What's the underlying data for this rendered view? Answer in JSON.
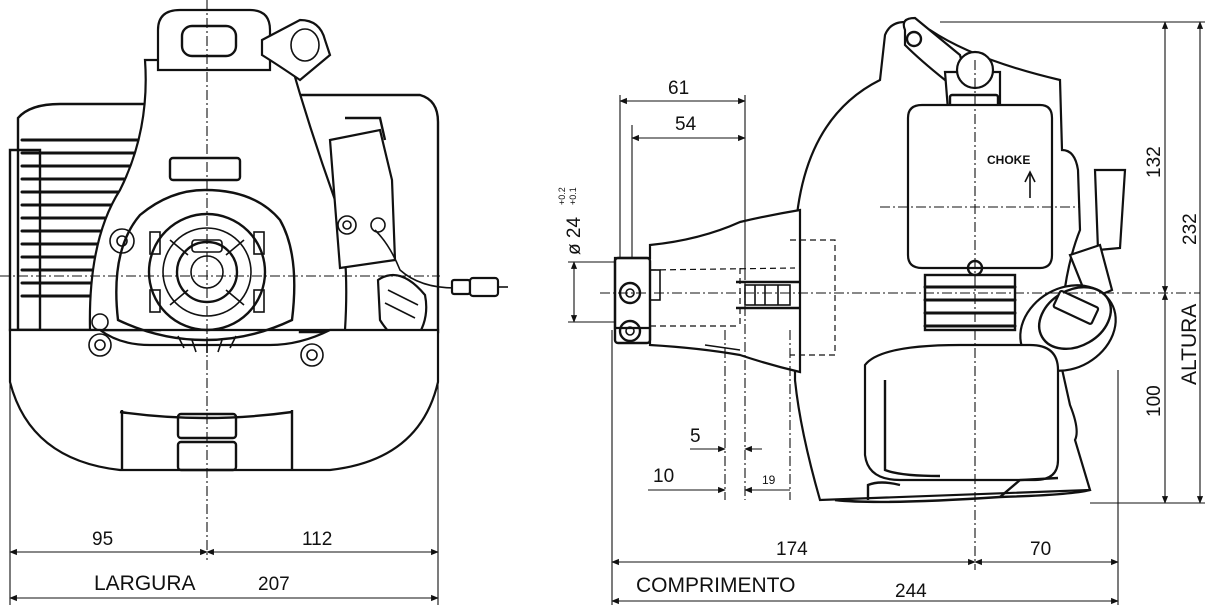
{
  "front_view": {
    "dim_left": "95",
    "dim_right": "112",
    "width_label": "LARGURA",
    "width_value": "207"
  },
  "side_view": {
    "dim_61": "61",
    "dim_54": "54",
    "bore_label": "ø 24",
    "bore_tol_upper": "+0.2",
    "bore_tol_lower": "+0.1",
    "choke_label": "CHOKE",
    "dim_5": "5",
    "dim_10": "10",
    "dim_19": "19",
    "dim_174": "174",
    "dim_70": "70",
    "length_label": "COMPRIMENTO",
    "length_value": "244",
    "dim_132": "132",
    "dim_100": "100",
    "height_label": "ALTURA",
    "height_value": "232"
  }
}
